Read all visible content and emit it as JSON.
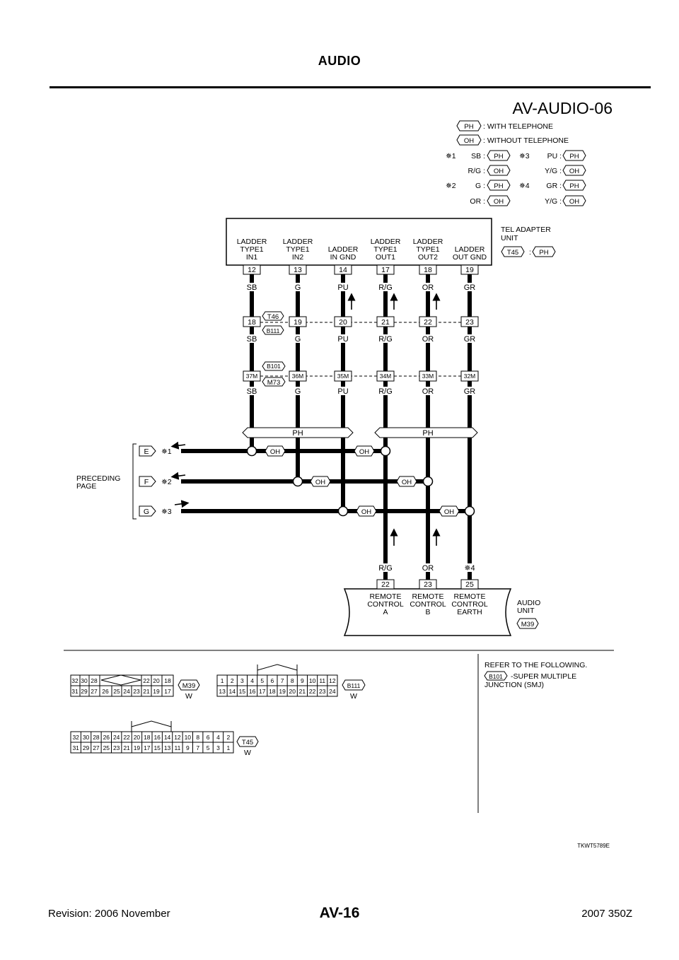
{
  "header": {
    "title": "AUDIO"
  },
  "footer": {
    "revision": "Revision: 2006 November",
    "page": "AV-16",
    "model": "2007 350Z"
  },
  "diagram": {
    "code": "AV-AUDIO-06",
    "legend": {
      "ph": "PH",
      "oh": "OH",
      "ph_desc": ": WITH TELEPHONE",
      "oh_desc": ": WITHOUT TELEPHONE",
      "s1": "✵1",
      "s2": "✵2",
      "s3": "✵3",
      "s4": "✵4",
      "sb": "SB :",
      "rg": "R/G :",
      "g": "G :",
      "or": "OR :",
      "pu": "PU :",
      "yg": "Y/G :",
      "gr": "GR :"
    },
    "tel_unit": {
      "name1": "TEL ADAPTER",
      "name2": "UNIT",
      "conn": "T45",
      "colon": ":",
      "tag": "PH",
      "pins": [
        {
          "l1": "LADDER",
          "l2": "TYPE1",
          "l3": "IN1",
          "num": "12",
          "color": "SB"
        },
        {
          "l1": "LADDER",
          "l2": "TYPE1",
          "l3": "IN2",
          "num": "13",
          "color": "G"
        },
        {
          "l1": "",
          "l2": "LADDER",
          "l3": "IN GND",
          "num": "14",
          "color": "PU"
        },
        {
          "l1": "LADDER",
          "l2": "TYPE1",
          "l3": "OUT1",
          "num": "17",
          "color": "R/G"
        },
        {
          "l1": "LADDER",
          "l2": "TYPE1",
          "l3": "OUT2",
          "num": "18",
          "color": "OR"
        },
        {
          "l1": "",
          "l2": "LADDER",
          "l3": "OUT GND",
          "num": "19",
          "color": "GR"
        }
      ]
    },
    "row_t46": {
      "conn_top": "T46",
      "conn_bot": "B111",
      "pins": [
        "18",
        "19",
        "20",
        "21",
        "22",
        "23"
      ],
      "colors": [
        "SB",
        "G",
        "PU",
        "R/G",
        "OR",
        "GR"
      ]
    },
    "row_b101": {
      "conn_top": "B101",
      "conn_bot": "M73",
      "pins": [
        "37M",
        "36M",
        "35M",
        "34M",
        "33M",
        "32M"
      ],
      "colors": [
        "SB",
        "G",
        "PU",
        "R/G",
        "OR",
        "GR"
      ]
    },
    "bus_left": "PH",
    "bus_right": "PH",
    "oh": "OH",
    "preceding": {
      "l1": "PRECEDING",
      "l2": "PAGE",
      "e": "E",
      "f": "F",
      "g": "G",
      "s1": "✵1",
      "s2": "✵2",
      "s3": "✵3"
    },
    "audio_unit": {
      "name1": "AUDIO",
      "name2": "UNIT",
      "conn": "M39",
      "wires": [
        "R/G",
        "OR",
        "✵4"
      ],
      "pins": [
        {
          "num": "22",
          "l1": "REMOTE",
          "l2": "CONTROL",
          "l3": "A"
        },
        {
          "num": "23",
          "l1": "REMOTE",
          "l2": "CONTROL",
          "l3": "B"
        },
        {
          "num": "25",
          "l1": "REMOTE",
          "l2": "CONTROL",
          "l3": "EARTH"
        }
      ]
    },
    "connectors": {
      "m39": {
        "name": "M39",
        "color": "W",
        "top": [
          "32",
          "30",
          "28",
          "22",
          "20",
          "18"
        ],
        "bot": [
          "31",
          "29",
          "27",
          "26",
          "25",
          "24",
          "23",
          "21",
          "19",
          "17"
        ]
      },
      "b111": {
        "name": "B111",
        "color": "W",
        "top": [
          "1",
          "2",
          "3",
          "4",
          "5",
          "6",
          "7",
          "8",
          "9",
          "10",
          "11",
          "12"
        ],
        "bot": [
          "13",
          "14",
          "15",
          "16",
          "17",
          "18",
          "19",
          "20",
          "21",
          "22",
          "23",
          "24"
        ]
      },
      "t45": {
        "name": "T45",
        "color": "W",
        "top": [
          "32",
          "30",
          "28",
          "26",
          "24",
          "22",
          "20",
          "18",
          "16",
          "14",
          "12",
          "10",
          "8",
          "6",
          "4",
          "2"
        ],
        "bot": [
          "31",
          "29",
          "27",
          "25",
          "23",
          "21",
          "19",
          "17",
          "15",
          "13",
          "11",
          "9",
          "7",
          "5",
          "3",
          "1"
        ]
      }
    },
    "refer": {
      "l1": "REFER TO THE FOLLOWING.",
      "conn": "B101",
      "l2": "-SUPER MULTIPLE",
      "l3": "JUNCTION (SMJ)"
    },
    "figure_id": "TKWT5789E"
  }
}
